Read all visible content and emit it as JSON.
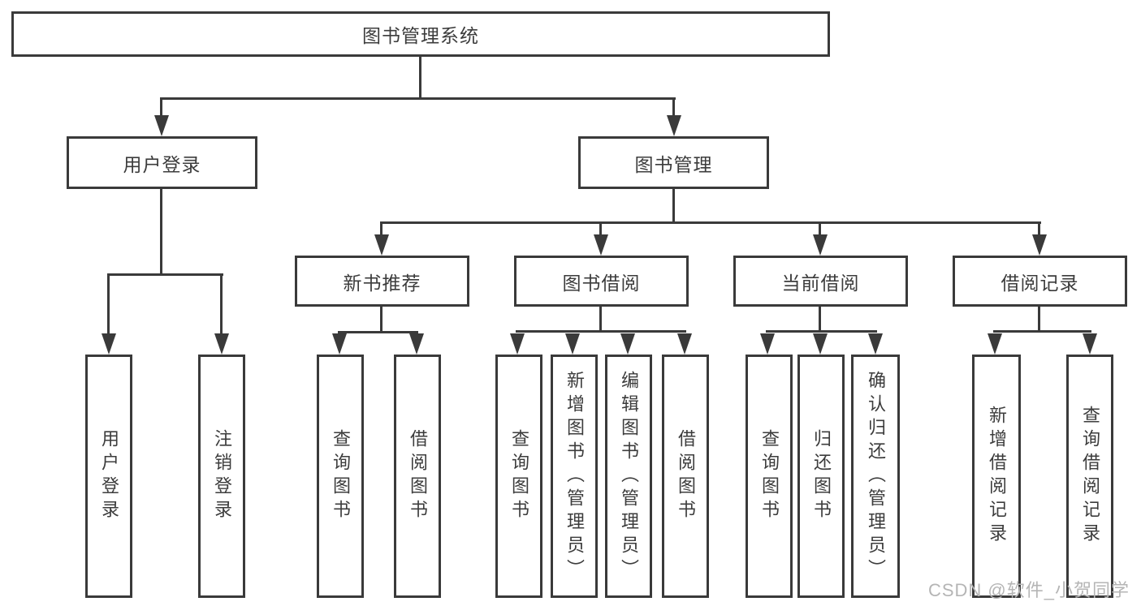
{
  "tree": {
    "label": "图书管理系统",
    "children": [
      {
        "label": "用户登录",
        "children": [
          {
            "label": "用户登录"
          },
          {
            "label": "注销登录"
          }
        ]
      },
      {
        "label": "图书管理",
        "children": [
          {
            "label": "新书推荐",
            "children": [
              {
                "label": "查询图书"
              },
              {
                "label": "借阅图书"
              }
            ]
          },
          {
            "label": "图书借阅",
            "children": [
              {
                "label": "查询图书"
              },
              {
                "label": "新增图书（管理员）"
              },
              {
                "label": "编辑图书（管理员）"
              },
              {
                "label": "借阅图书"
              }
            ]
          },
          {
            "label": "当前借阅",
            "children": [
              {
                "label": "查询图书"
              },
              {
                "label": "归还图书"
              },
              {
                "label": "确认归还（管理员）"
              }
            ]
          },
          {
            "label": "借阅记录",
            "children": [
              {
                "label": "新增借阅记录"
              },
              {
                "label": "查询借阅记录"
              }
            ]
          }
        ]
      }
    ]
  },
  "watermark": "CSDN @软件_小贺同学",
  "colors": {
    "line": "#3a3a3a",
    "text": "#3c3c3c",
    "watermark": "#b5b5b5",
    "background": "#ffffff"
  }
}
